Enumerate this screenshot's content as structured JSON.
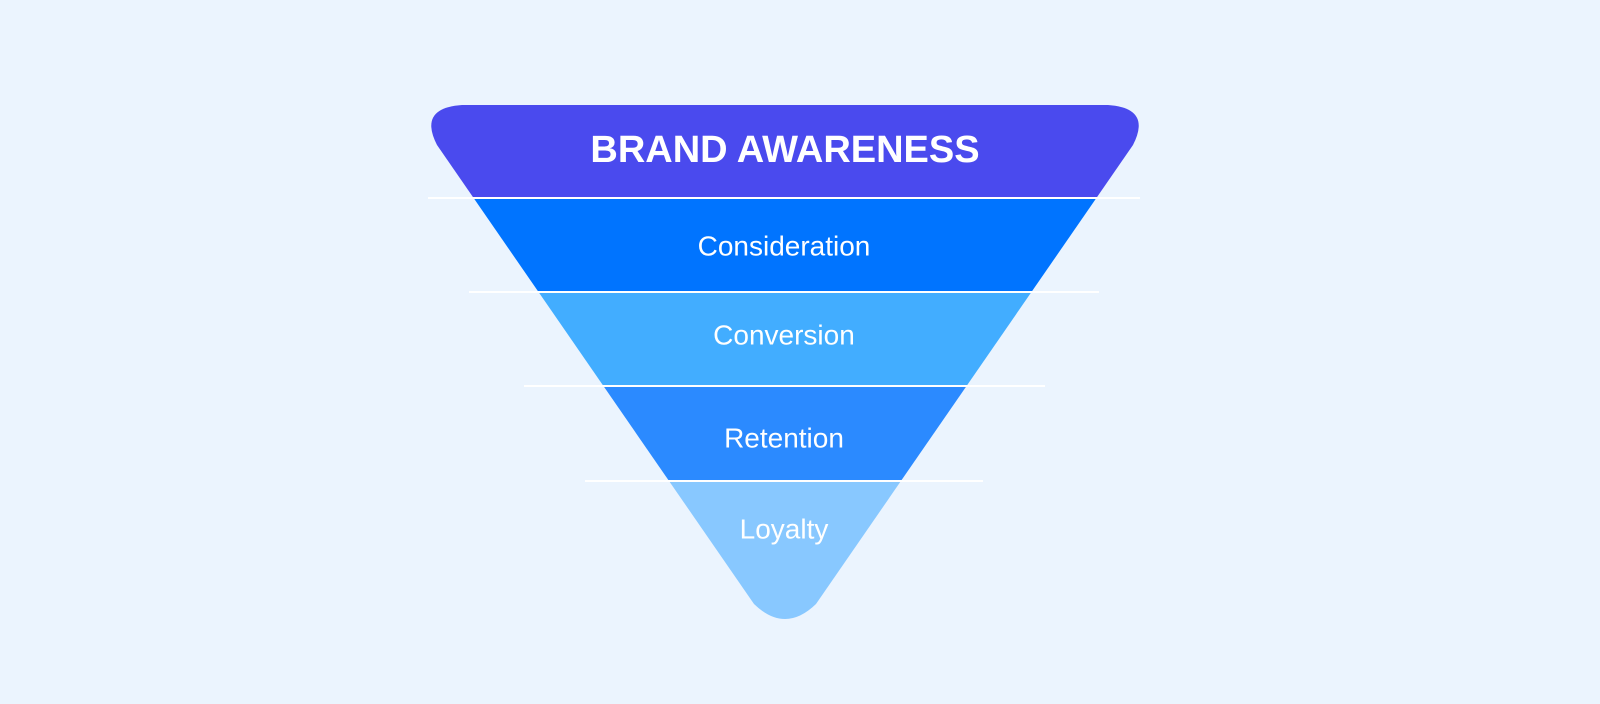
{
  "funnel": {
    "stages": [
      {
        "label": "BRAND AWARENESS",
        "color": "#4A4AEE"
      },
      {
        "label": "Consideration",
        "color": "#0074FF"
      },
      {
        "label": "Conversion",
        "color": "#42ADFF"
      },
      {
        "label": "Retention",
        "color": "#2B8AFF"
      },
      {
        "label": "Loyalty",
        "color": "#88C8FF"
      }
    ],
    "background": "#EBF4FE",
    "divider_color": "#FFFFFF"
  }
}
